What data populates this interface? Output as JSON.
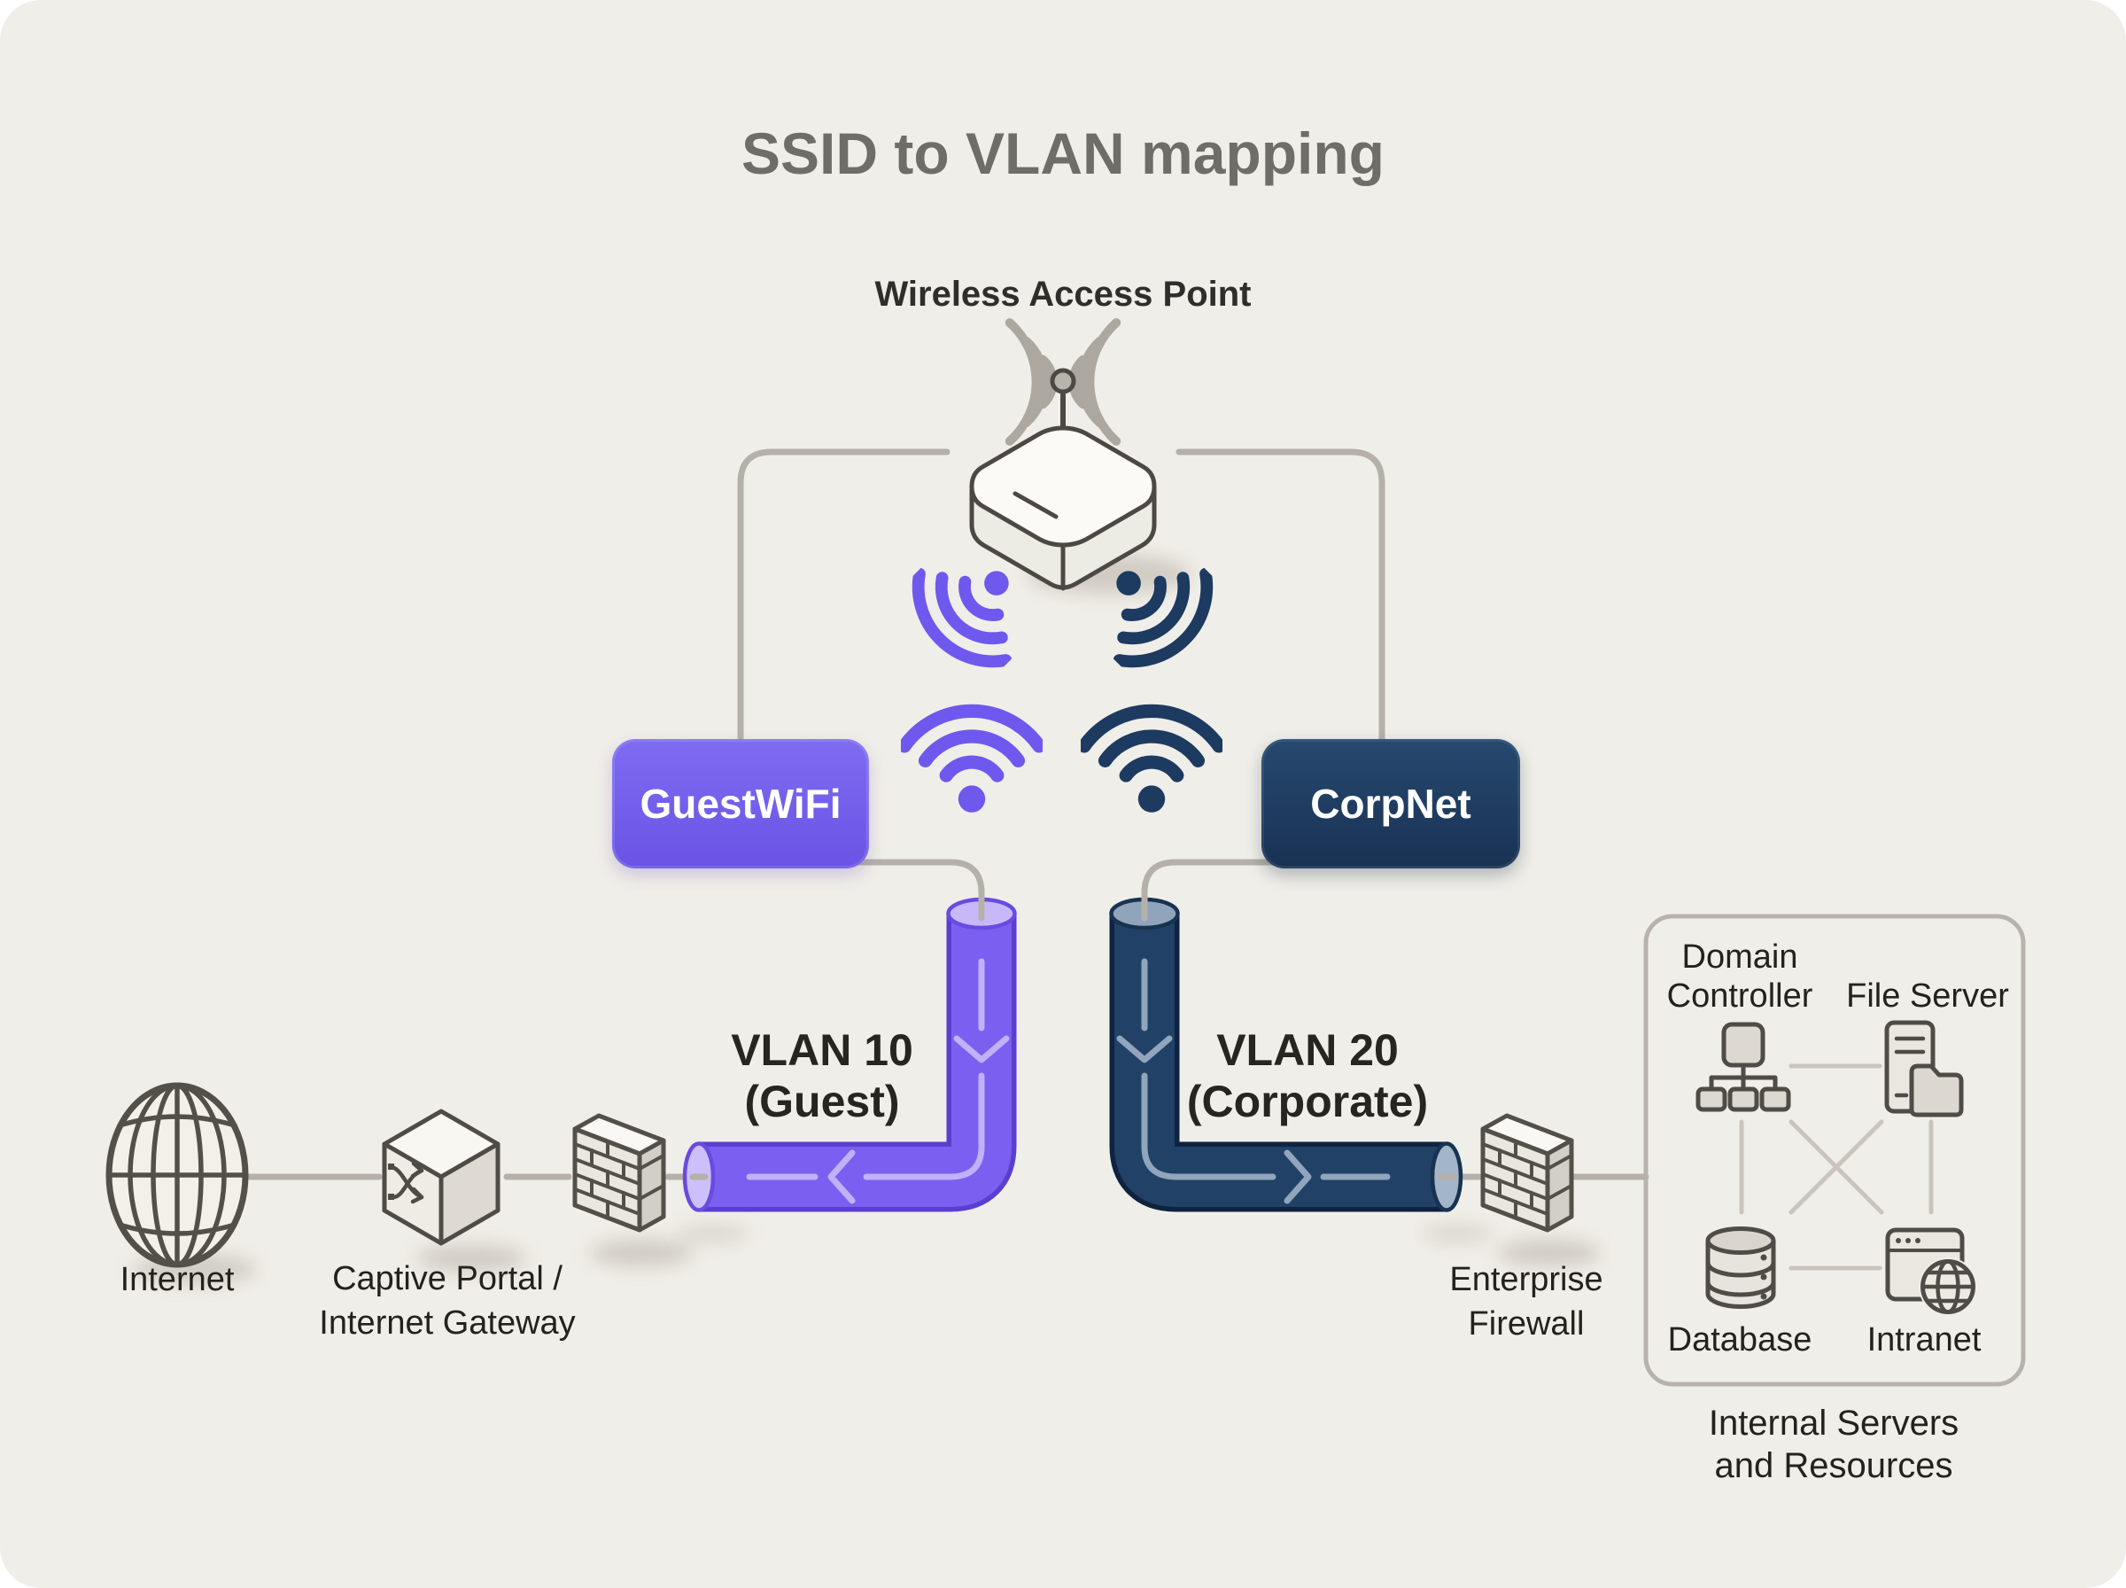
{
  "title": "SSID to VLAN mapping",
  "access_point": {
    "label": "Wireless Access Point"
  },
  "ssids": {
    "guest": {
      "label": "GuestWiFi",
      "color": "#6F5AE8"
    },
    "corp": {
      "label": "CorpNet",
      "color": "#1E3A5F"
    }
  },
  "vlans": {
    "guest": {
      "line1": "VLAN 10",
      "line2": "(Guest)",
      "color": "#7B5FF0"
    },
    "corp": {
      "line1": "VLAN 20",
      "line2": "(Corporate)",
      "color": "#214166"
    }
  },
  "nodes": {
    "internet": {
      "label": "Internet"
    },
    "gateway": {
      "line1": "Captive Portal /",
      "line2": "Internet Gateway"
    },
    "enterprise_firewall": {
      "line1": "Enterprise",
      "line2": "Firewall"
    },
    "domain_controller": {
      "line1": "Domain",
      "line2": "Controller"
    },
    "file_server": {
      "label": "File Server"
    },
    "database": {
      "label": "Database"
    },
    "intranet": {
      "label": "Intranet"
    },
    "internal_box": {
      "line1": "Internal Servers",
      "line2": "and Resources"
    }
  },
  "icons": {
    "access_point": "router-antenna-icon",
    "guest_signal": "wifi-icon",
    "corp_signal": "wifi-icon",
    "internet": "globe-icon",
    "gateway": "switch-cube-icon",
    "firewall": "brick-wall-icon",
    "domain_controller": "network-tree-icon",
    "file_server": "server-folder-icon",
    "database": "database-cylinder-icon",
    "intranet": "browser-globe-icon"
  },
  "colors": {
    "background": "#F0EEE8",
    "page": "#FFFFFF",
    "guest_purple": "#6F5AE8",
    "guest_pipe": "#7B5FF0",
    "guest_pipe_border": "#5A3ECF",
    "corp_navy": "#1E3A5F",
    "corp_pipe": "#214166",
    "corp_pipe_border": "#0F2340",
    "connector_gray": "#B5B1AA",
    "icon_gray": "#4F4C47",
    "title_gray": "#6F6D67"
  }
}
